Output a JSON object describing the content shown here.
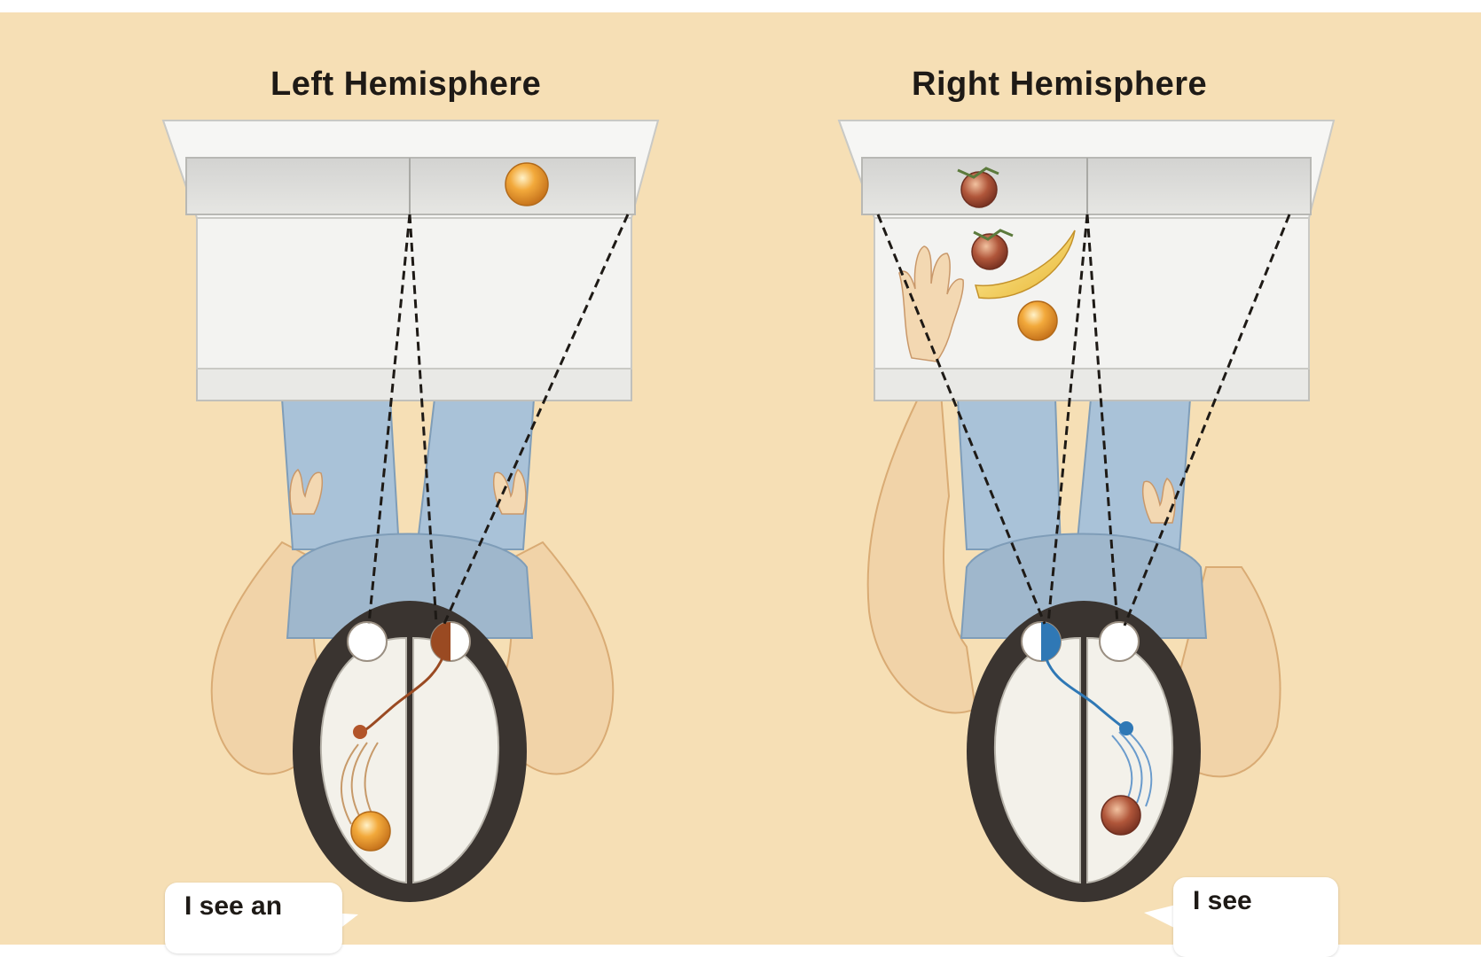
{
  "titles": {
    "left": "Left Hemisphere",
    "right": "Right Hemisphere"
  },
  "speech": {
    "left": "I see an",
    "right": "I see"
  },
  "colors": {
    "background": "#f6dfb5",
    "left_pathway": "#9a4a22",
    "right_pathway": "#2f78b5"
  }
}
